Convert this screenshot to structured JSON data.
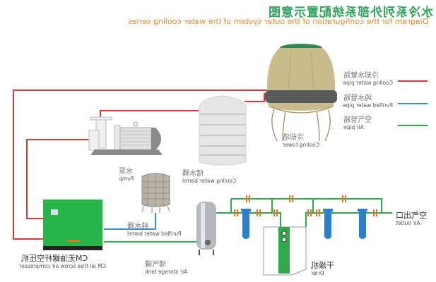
{
  "title": {
    "chinese": "水冷系列外部系统配置示意图",
    "english": "Diagram for the configuration of the outer system of the water cooling series"
  },
  "legend": [
    {
      "chinese": "冷却水管路",
      "english": "Cooling water pipe",
      "color": "#d93a3a"
    },
    {
      "chinese": "纯水管路",
      "english": "Purified water pipe",
      "color": "#3a8fd9"
    },
    {
      "chinese": "空气管路",
      "english": "Air pipe",
      "color": "#2eaa4a"
    }
  ],
  "components": {
    "cooling_tower": {
      "chinese": "冷却塔",
      "english": "Cooling tower"
    },
    "cooling_water_barrel": {
      "chinese": "储水桶",
      "english": "Cooling water barrel"
    },
    "pump": {
      "chinese": "水泵",
      "english": "Pump"
    },
    "purified_water_barrel": {
      "chinese": "纯水桶",
      "english": "Purified water barrel"
    },
    "compressor": {
      "chinese": "CM无油螺杆空压机",
      "english": "CM oil-free screw air compressor"
    },
    "air_storage_tank": {
      "chinese": "储气罐",
      "english": "Air storage tank"
    },
    "drier": {
      "chinese": "干燥机",
      "english": "Drier"
    },
    "air_outlet": {
      "chinese": "空气出口",
      "english": "Air outlet"
    }
  },
  "colors": {
    "cooling_pipe": "#d93a3a",
    "purified_pipe": "#3a8fd9",
    "air_pipe": "#2eaa4a",
    "valve": "#e8751e",
    "filter": "#2a7fd0",
    "compressor_body": "#27b54a",
    "tower_body": "#c9bb8c"
  }
}
